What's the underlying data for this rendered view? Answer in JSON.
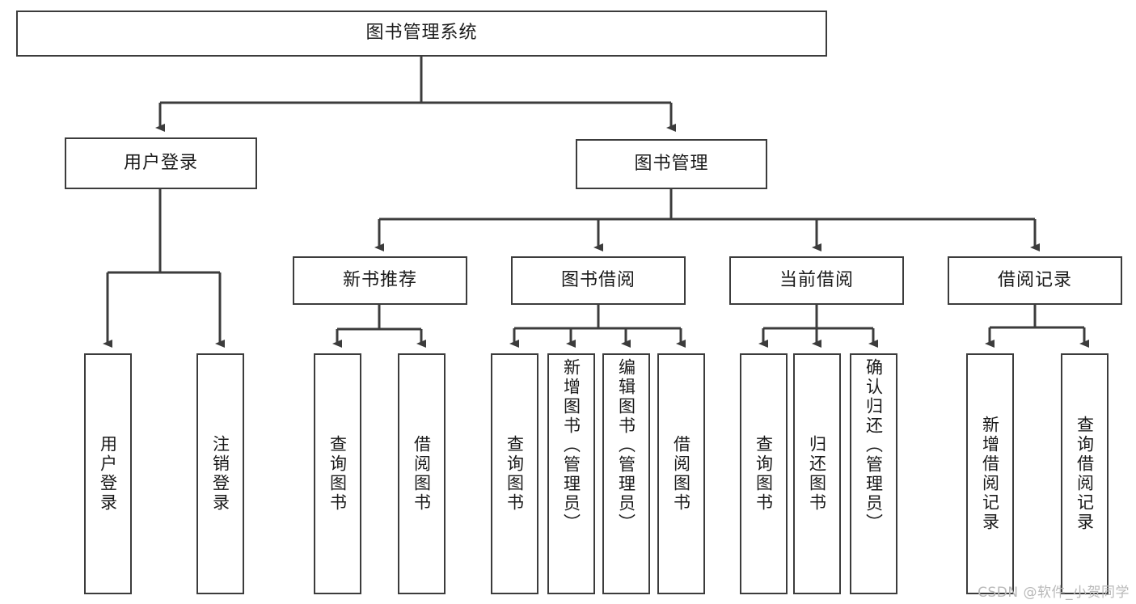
{
  "diagram": {
    "title": "图书管理系统",
    "watermark": "CSDN @软件_小贺同学",
    "line_color": "#3c3c3c",
    "text_color": "#1a1a1a",
    "background": "#ffffff",
    "levels": {
      "root": "图书管理系统",
      "level2": [
        "用户登录",
        "图书管理"
      ],
      "level3": [
        "新书推荐",
        "图书借阅",
        "当前借阅",
        "借阅记录"
      ]
    },
    "nodes": {
      "root": {
        "label": "图书管理系统"
      },
      "user_login": {
        "label": "用户登录"
      },
      "book_mgmt": {
        "label": "图书管理"
      },
      "new_book_rec": {
        "label": "新书推荐"
      },
      "book_borrow": {
        "label": "图书借阅"
      },
      "current_borrow": {
        "label": "当前借阅"
      },
      "borrow_record": {
        "label": "借阅记录"
      },
      "leaf_user_login": {
        "label": "用户登录"
      },
      "leaf_logout": {
        "label": "注销登录"
      },
      "leaf_query_book_1": {
        "label": "查询图书"
      },
      "leaf_borrow_book_1": {
        "label": "借阅图书"
      },
      "leaf_query_book_2": {
        "label": "查询图书"
      },
      "leaf_add_book_admin": {
        "label": "新增图书（管理员）"
      },
      "leaf_edit_book_admin": {
        "label": "编辑图书（管理员）"
      },
      "leaf_borrow_book_2": {
        "label": "借阅图书"
      },
      "leaf_query_book_3": {
        "label": "查询图书"
      },
      "leaf_return_book": {
        "label": "归还图书"
      },
      "leaf_confirm_return_admin": {
        "label": "确认归还（管理员）"
      },
      "leaf_add_record": {
        "label": "新增借阅记录"
      },
      "leaf_query_record": {
        "label": "查询借阅记录"
      }
    }
  }
}
